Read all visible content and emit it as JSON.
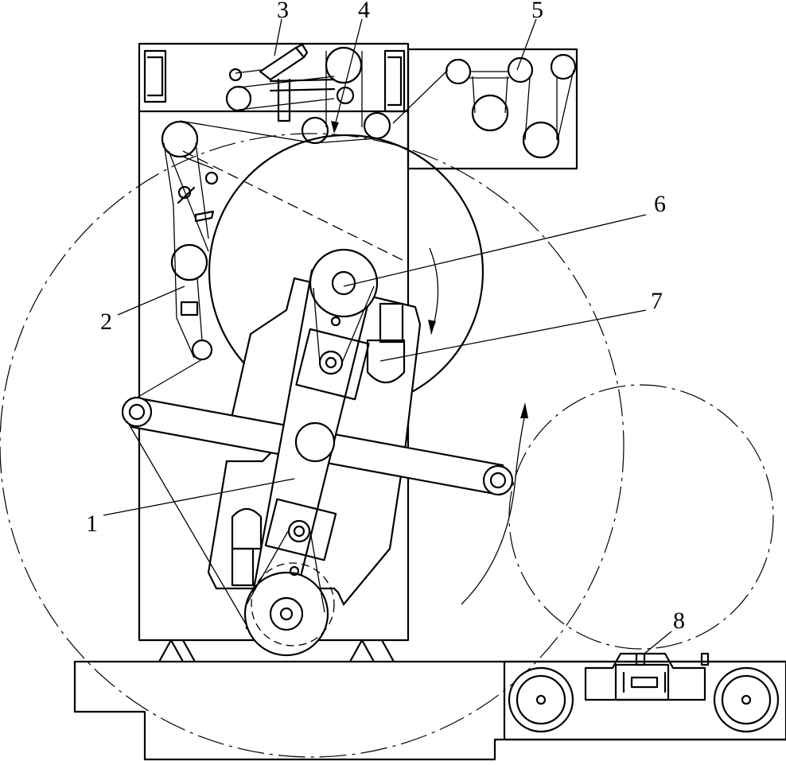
{
  "callouts": [
    {
      "id": "1",
      "text": "1"
    },
    {
      "id": "2",
      "text": "2"
    },
    {
      "id": "3",
      "text": "3"
    },
    {
      "id": "4",
      "text": "4"
    },
    {
      "id": "5",
      "text": "5"
    },
    {
      "id": "6",
      "text": "6"
    },
    {
      "id": "7",
      "text": "7"
    },
    {
      "id": "8",
      "text": "8"
    }
  ]
}
